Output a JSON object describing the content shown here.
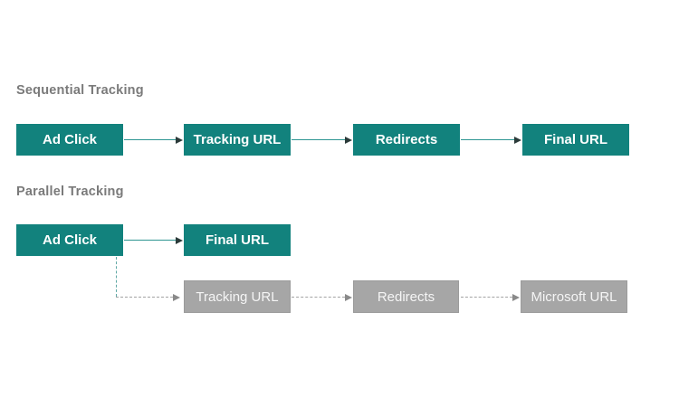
{
  "diagram": {
    "sequential": {
      "heading": "Sequential Tracking",
      "nodes": [
        {
          "label": "Ad Click"
        },
        {
          "label": "Tracking URL"
        },
        {
          "label": "Redirects"
        },
        {
          "label": "Final URL"
        }
      ]
    },
    "parallel": {
      "heading": "Parallel Tracking",
      "primary_nodes": [
        {
          "label": "Ad Click"
        },
        {
          "label": "Final URL"
        }
      ],
      "secondary_nodes": [
        {
          "label": "Tracking URL"
        },
        {
          "label": "Redirects"
        },
        {
          "label": "Microsoft URL"
        }
      ]
    },
    "colors": {
      "teal_box": "#12827D",
      "gray_box": "#A6A6A6",
      "heading_text": "#7A7A7A",
      "box_text": "#FFFFFF",
      "solid_arrow_line": "#2E9692",
      "solid_arrow_head": "#2B3A39",
      "dashed_arrow_line": "#A3A3A3",
      "dashed_arrow_head": "#8A8A8A",
      "dashed_elbow_teal": "#5FA8A5",
      "background": "#FFFFFF"
    }
  }
}
